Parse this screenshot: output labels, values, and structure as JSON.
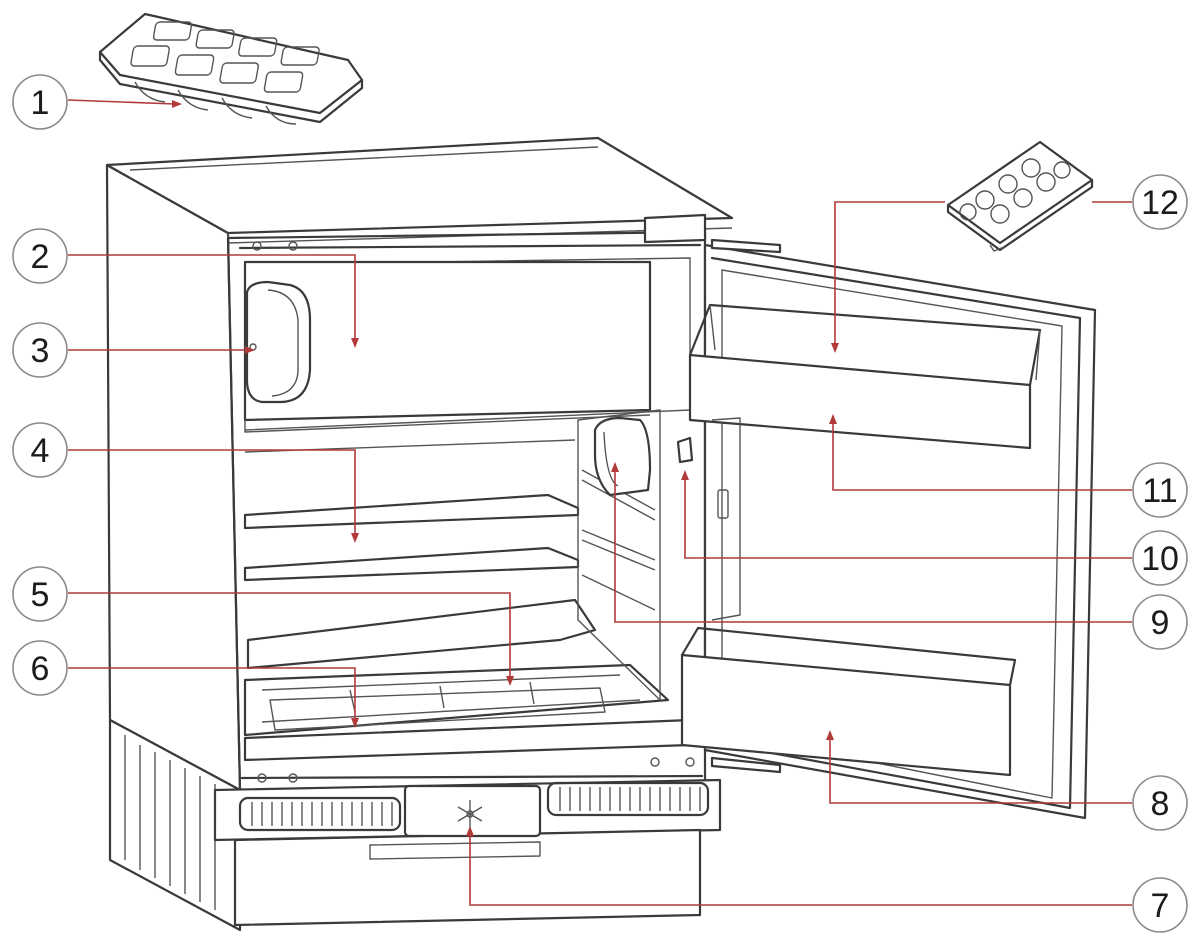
{
  "callouts": [
    {
      "id": "c1",
      "label": "1"
    },
    {
      "id": "c2",
      "label": "2"
    },
    {
      "id": "c3",
      "label": "3"
    },
    {
      "id": "c4",
      "label": "4"
    },
    {
      "id": "c5",
      "label": "5"
    },
    {
      "id": "c6",
      "label": "6"
    },
    {
      "id": "c7",
      "label": "7"
    },
    {
      "id": "c8",
      "label": "8"
    },
    {
      "id": "c9",
      "label": "9"
    },
    {
      "id": "c10",
      "label": "10"
    },
    {
      "id": "c11",
      "label": "11"
    },
    {
      "id": "c12",
      "label": "12"
    }
  ],
  "colors": {
    "leader": "#b33a3a",
    "outline": "#3a3a3a",
    "circle": "#8a8a8a"
  }
}
